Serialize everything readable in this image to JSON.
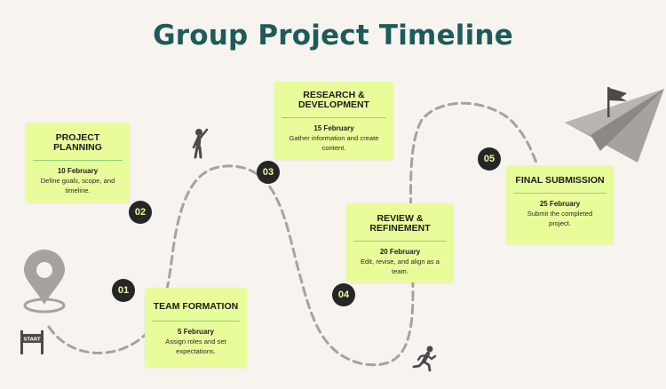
{
  "title": "Group Project Timeline",
  "start_label": "START",
  "colors": {
    "title": "#1e5a5a",
    "card": "#e9fc9a",
    "rule": "#8fd17b",
    "badge": "#262626",
    "path": "#a7a29e",
    "icon": "#4a4a4a"
  },
  "steps": [
    {
      "number": "01",
      "heading": "TEAM FORMATION",
      "date": "5 February",
      "description": "Assign roles and set expectations."
    },
    {
      "number": "02",
      "heading": "PROJECT PLANNING",
      "date": "10 February",
      "description": "Define goals, scope, and timeline."
    },
    {
      "number": "03",
      "heading": "RESEARCH & DEVELOPMENT",
      "date": "15 February",
      "description": "Gather information and create content."
    },
    {
      "number": "04",
      "heading": "REVIEW & REFINEMENT",
      "date": "20 February",
      "description": "Edit, revise, and align as a team."
    },
    {
      "number": "05",
      "heading": "FINAL SUBMISSION",
      "date": "25 February",
      "description": "Submit the completed project."
    }
  ]
}
